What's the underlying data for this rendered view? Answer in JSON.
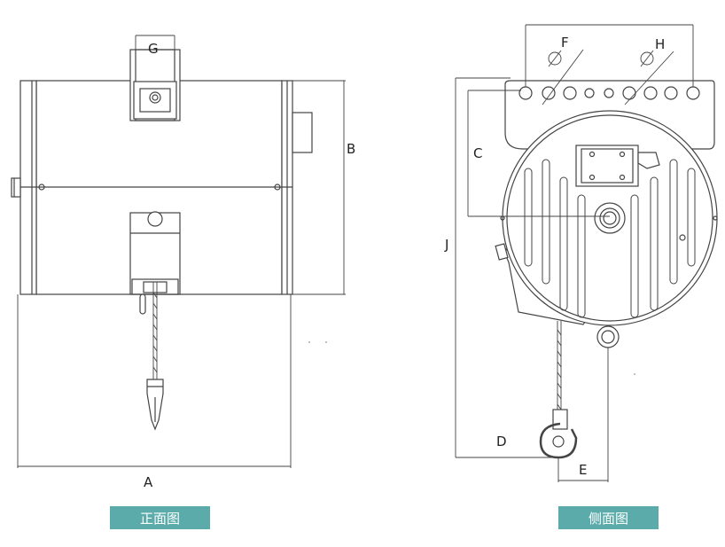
{
  "front_view": {
    "caption": "正面图",
    "labels": {
      "a": "A",
      "b": "B",
      "g": "G"
    }
  },
  "side_view": {
    "caption": "侧面图",
    "labels": {
      "c": "C",
      "d": "D",
      "e": "E",
      "f": "F",
      "h": "H",
      "j": "J"
    }
  },
  "colors": {
    "caption_bg": "#5aabaa",
    "caption_text": "#ffffff",
    "line": "#444444"
  }
}
